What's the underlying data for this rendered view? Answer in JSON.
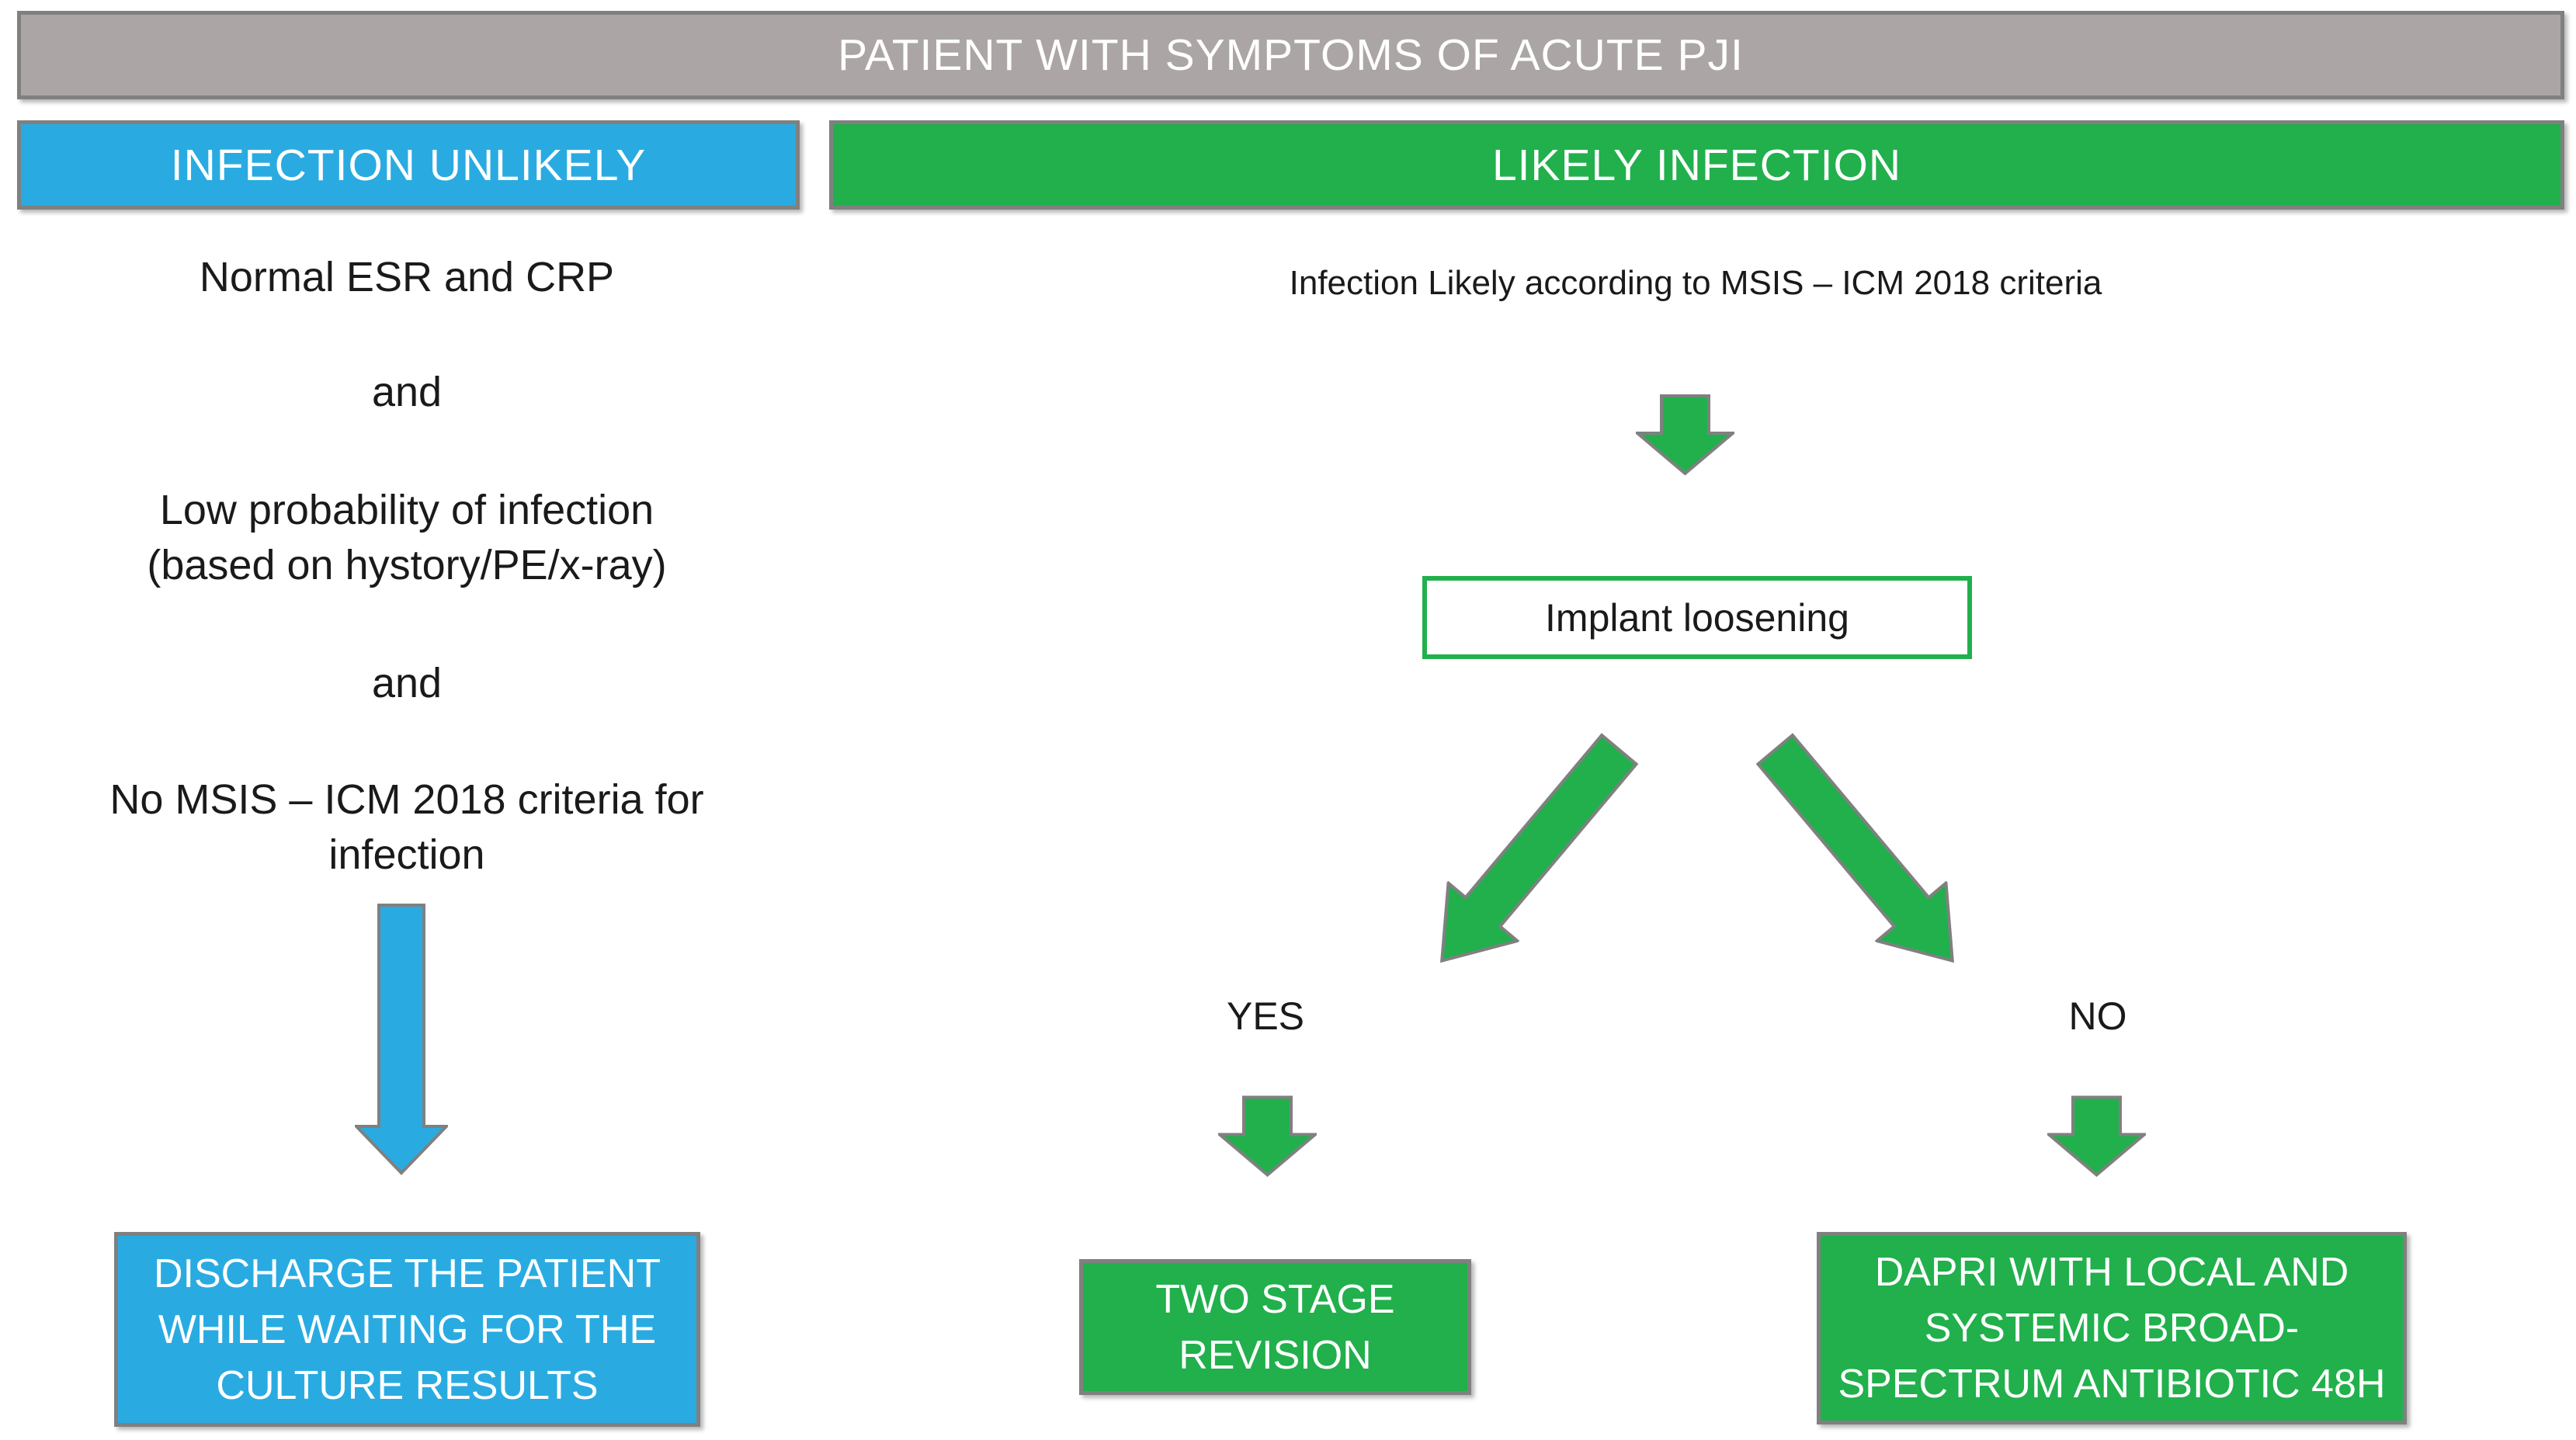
{
  "colors": {
    "blue": "#29ABE2",
    "green": "#21B04C",
    "gray_banner": "#ABA6A5",
    "outline_gray": "#808080"
  },
  "header": {
    "title": "PATIENT WITH SYMPTOMS OF ACUTE PJI"
  },
  "branches": {
    "unlikely": {
      "banner": "INFECTION UNLIKELY",
      "criteria": [
        "Normal ESR and CRP",
        "and",
        "Low probability of infection\n(based on hystory/PE/x-ray)",
        "and",
        "No MSIS – ICM 2018 criteria for\ninfection"
      ],
      "outcome": "DISCHARGE THE PATIENT\nWHILE WAITING FOR THE\nCULTURE RESULTS"
    },
    "likely": {
      "banner": "LIKELY INFECTION",
      "subtitle": "Infection Likely according to MSIS – ICM 2018 criteria",
      "decision": "Implant loosening",
      "yes_label": "YES",
      "no_label": "NO",
      "yes_outcome": "TWO STAGE\nREVISION",
      "no_outcome": "DAPRI WITH LOCAL AND\nSYSTEMIC BROAD-\nSPECTRUM ANTIBIOTIC 48H"
    }
  }
}
